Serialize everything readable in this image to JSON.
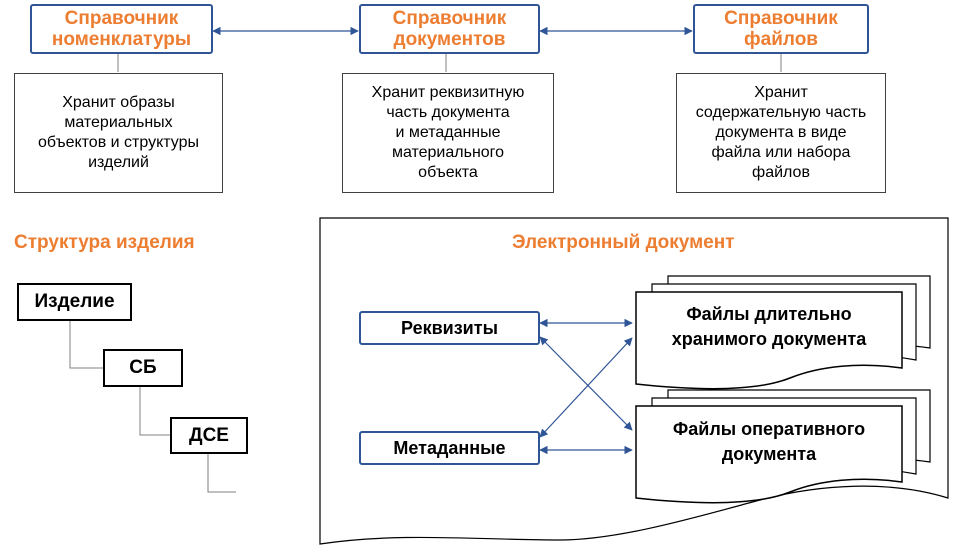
{
  "directories": {
    "nomenclature": {
      "title": "Справочник\nноменклатуры",
      "description": "Хранит образы\nматериальных\nобъектов и структуры\nизделий"
    },
    "documents": {
      "title": "Справочник\nдокументов",
      "description": "Хранит реквизитную\nчасть документа\nи метаданные\nматериального\nобъекта"
    },
    "files": {
      "title": "Справочник\nфайлов",
      "description": "Хранит\nсодержательную часть\nдокумента в виде\nфайла или набора\nфайлов"
    }
  },
  "product_structure": {
    "title": "Структура изделия",
    "levels": [
      "Изделие",
      "СБ",
      "ДСЕ"
    ]
  },
  "electronic_document": {
    "title": "Электронный документ",
    "parts": [
      "Реквизиты",
      "Метаданные"
    ],
    "files": [
      "Файлы длительно\nхранимого документа",
      "Файлы оперативного\nдокумента"
    ]
  },
  "colors": {
    "accent": "#ed7d31",
    "border": "#2f5597",
    "line": "#2f5597"
  }
}
